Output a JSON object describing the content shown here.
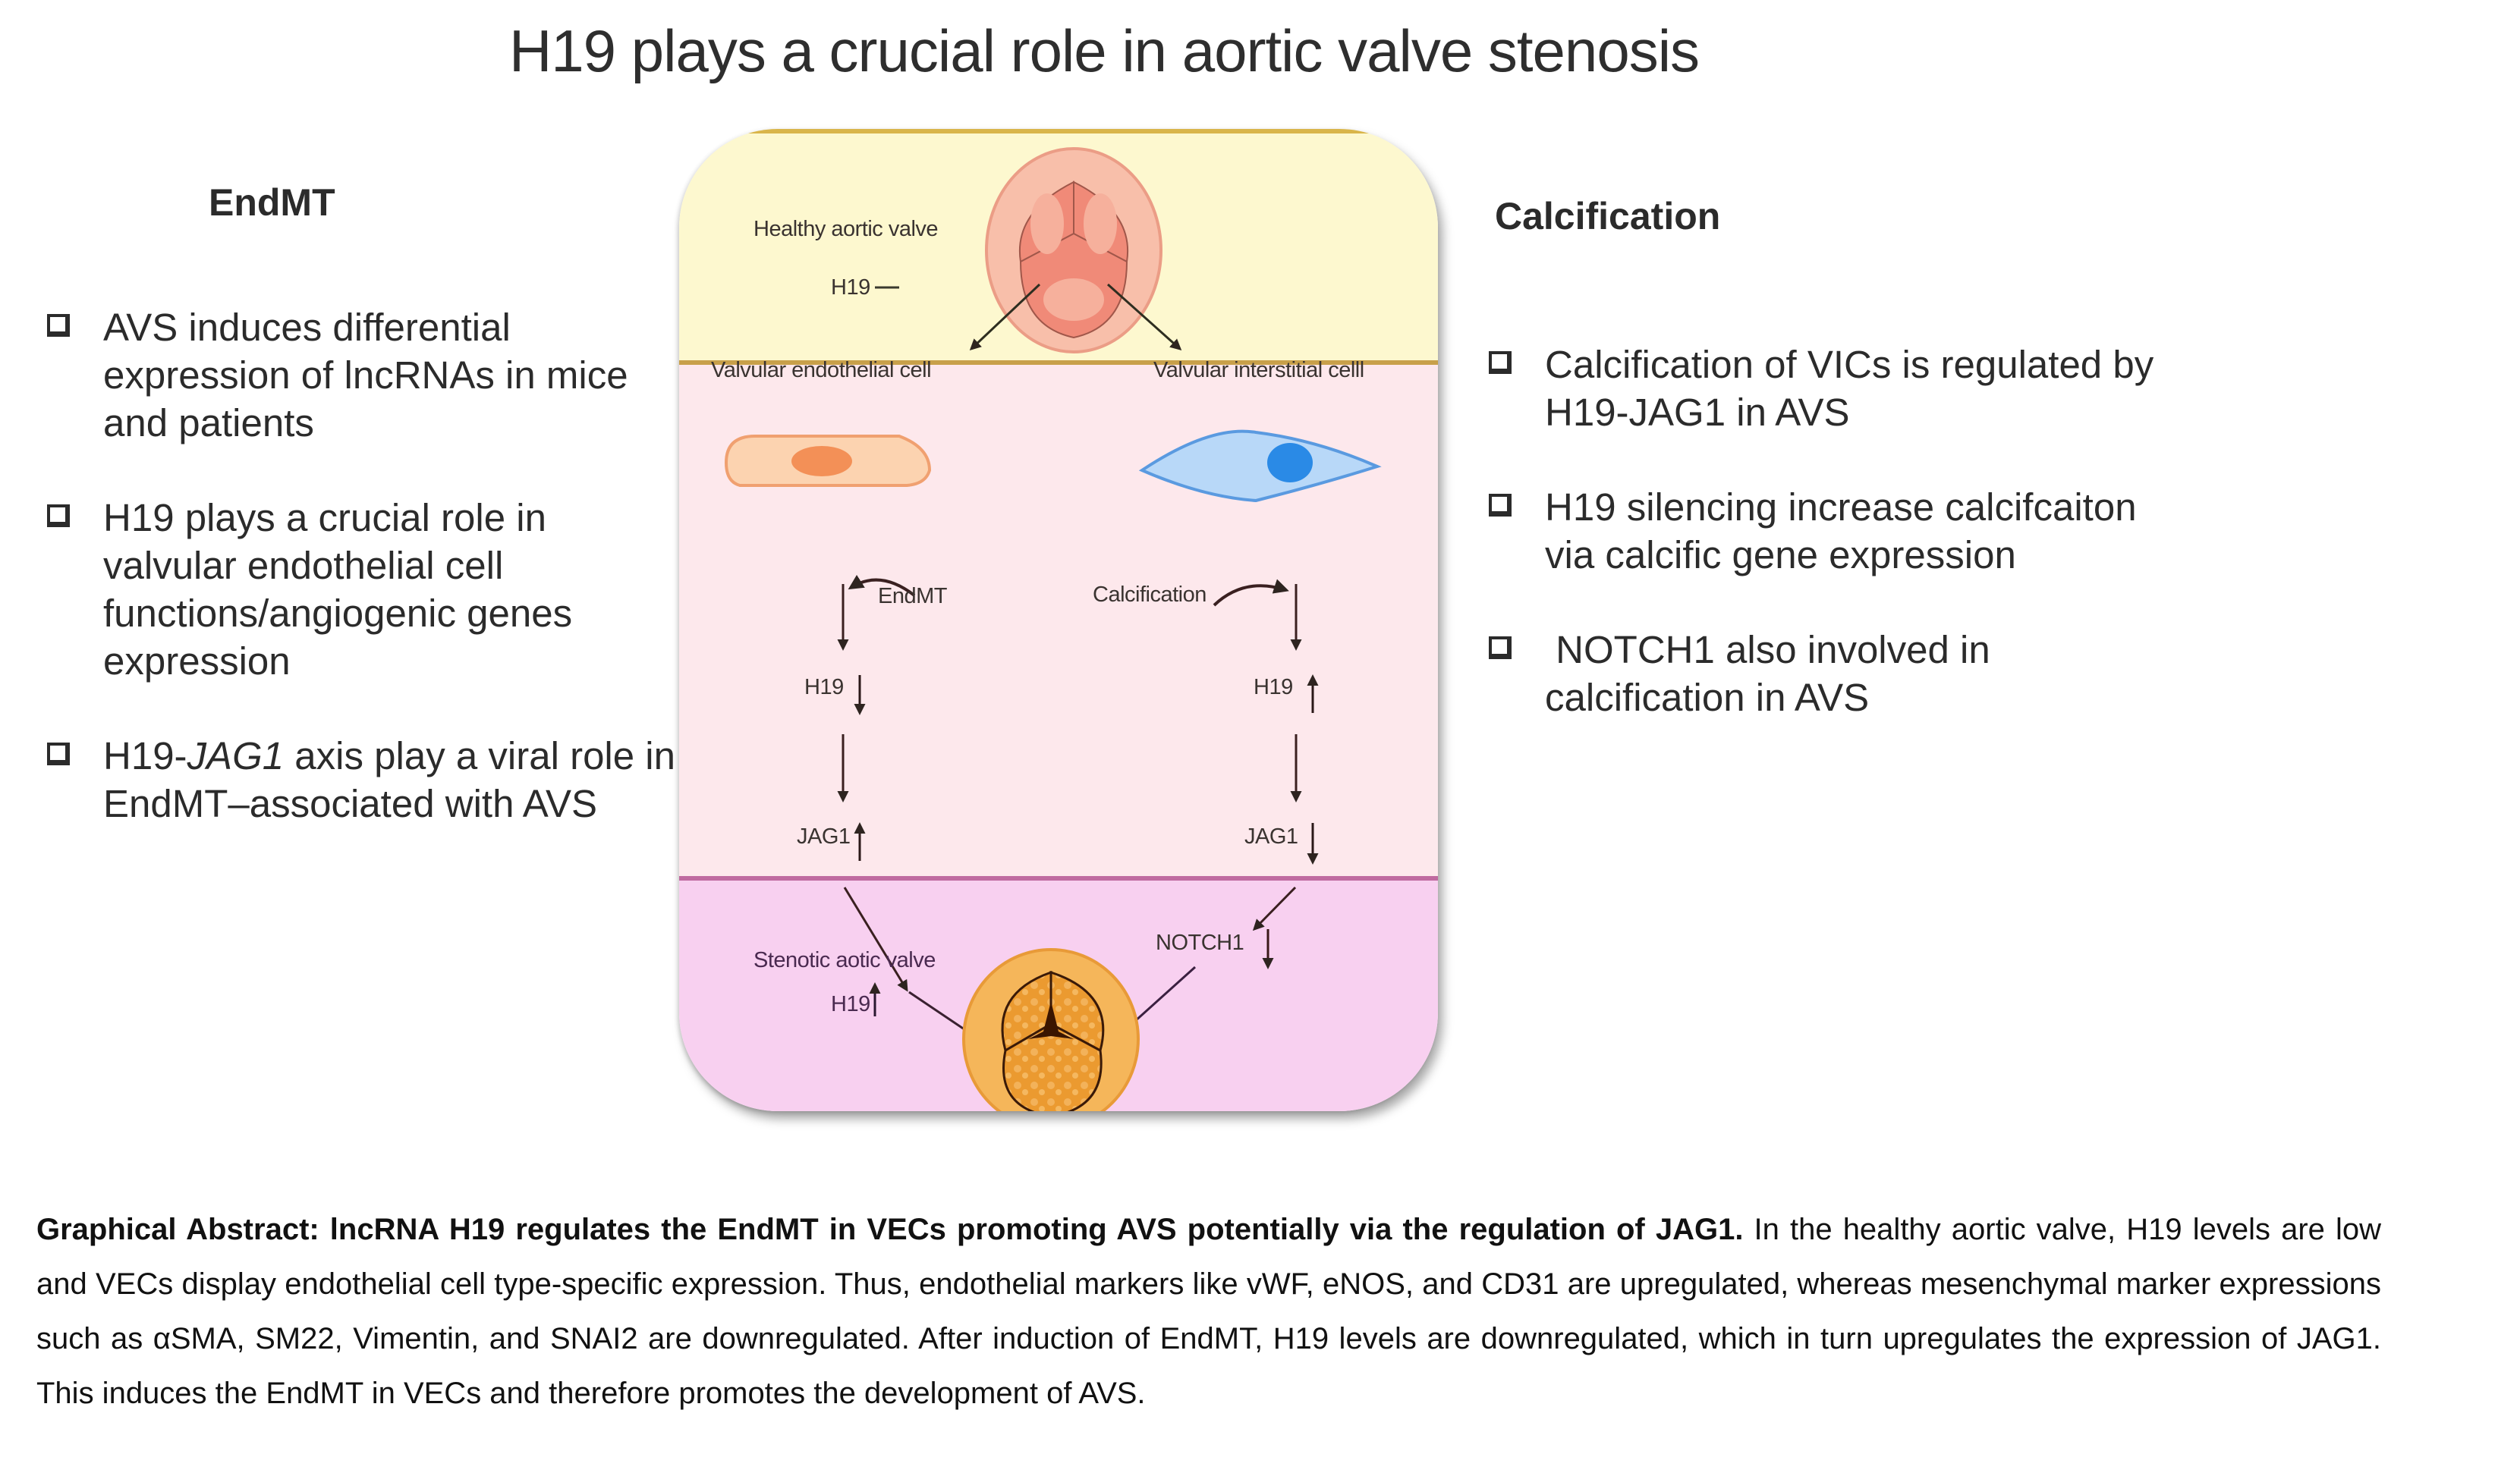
{
  "title": "H19 plays a crucial role in aortic valve stenosis",
  "left_panel": {
    "heading": "EndMT",
    "bullets": [
      {
        "text": "AVS induces differential expression of lncRNAs in mice and patients"
      },
      {
        "text": "H19 plays a crucial role in valvular endothelial cell functions/angiogenic genes expression"
      },
      {
        "text_prefix": "H19-",
        "text_italic": "JAG1",
        "text_suffix": " axis play a viral role in EndMT–associated with AVS"
      }
    ]
  },
  "right_panel": {
    "heading": "Calcification",
    "bullets": [
      {
        "text": "Calcification of VICs is regulated by H19-JAG1 in AVS"
      },
      {
        "text": "H19 silencing increase calcifcaiton via calcific gene expression"
      },
      {
        "text": " NOTCH1 also involved in calcification in AVS"
      }
    ]
  },
  "diagram": {
    "healthy_valve_label": "Healthy aortic valve",
    "healthy_h19": "H19",
    "healthy_h19_state": "unchanged",
    "vec_label": "Valvular endothelial cell",
    "vic_label": "Valvular interstitial celll",
    "endmt_label": "EndMT",
    "calcification_label": "Calcification",
    "left_h19": "H19",
    "left_h19_direction": "down",
    "right_h19": "H19",
    "right_h19_direction": "up",
    "left_jag1": "JAG1",
    "left_jag1_direction": "up",
    "right_jag1": "JAG1",
    "right_jag1_direction": "down",
    "notch1": "NOTCH1",
    "notch1_direction": "down",
    "stenotic_valve_label": "Stenotic aotic valve",
    "stenotic_h19": "H19",
    "stenotic_h19_direction": "up",
    "colors": {
      "healthy_band": "#fdf8cf",
      "cell_band": "#fde8ec",
      "stenotic_band": "#f8d0f0",
      "vec_cell": "#fcd3b0",
      "vic_cell": "#b8d8f8",
      "healthy_valve": "#f49a85",
      "stenotic_valve": "#f0a030"
    }
  },
  "caption": {
    "bold": "Graphical Abstract: lncRNA H19 regulates the EndMT in VECs promoting AVS potentially via the regulation of JAG1.",
    "body": " In the healthy aortic valve, H19 levels are low and VECs display endothelial cell type-specific expression. Thus, endothelial markers like vWF, eNOS, and CD31 are upregulated, whereas mesenchymal marker expressions such as αSMA, SM22, Vimentin, and SNAI2 are downregulated. After induction of EndMT, H19 levels are downregulated, which in turn upregulates the expression of JAG1. This induces the EndMT in VECs and therefore promotes the development of AVS."
  }
}
